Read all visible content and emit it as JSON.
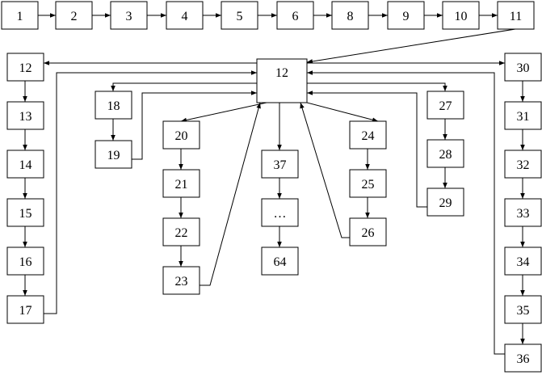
{
  "diagram": {
    "nodes": [
      {
        "id": "n1",
        "label": "1"
      },
      {
        "id": "n2",
        "label": "2"
      },
      {
        "id": "n3",
        "label": "3"
      },
      {
        "id": "n4",
        "label": "4"
      },
      {
        "id": "n5",
        "label": "5"
      },
      {
        "id": "n6",
        "label": "6"
      },
      {
        "id": "n8",
        "label": "8"
      },
      {
        "id": "n9",
        "label": "9"
      },
      {
        "id": "n10",
        "label": "10"
      },
      {
        "id": "n11",
        "label": "11"
      },
      {
        "id": "hub",
        "label": "12"
      },
      {
        "id": "n12left",
        "label": "12"
      },
      {
        "id": "n13",
        "label": "13"
      },
      {
        "id": "n14",
        "label": "14"
      },
      {
        "id": "n15",
        "label": "15"
      },
      {
        "id": "n16",
        "label": "16"
      },
      {
        "id": "n17",
        "label": "17"
      },
      {
        "id": "n18",
        "label": "18"
      },
      {
        "id": "n19",
        "label": "19"
      },
      {
        "id": "n20",
        "label": "20"
      },
      {
        "id": "n21",
        "label": "21"
      },
      {
        "id": "n22",
        "label": "22"
      },
      {
        "id": "n23",
        "label": "23"
      },
      {
        "id": "n37",
        "label": "37"
      },
      {
        "id": "ndots",
        "label": "…"
      },
      {
        "id": "n64",
        "label": "64"
      },
      {
        "id": "n24",
        "label": "24"
      },
      {
        "id": "n25",
        "label": "25"
      },
      {
        "id": "n26",
        "label": "26"
      },
      {
        "id": "n27",
        "label": "27"
      },
      {
        "id": "n28",
        "label": "28"
      },
      {
        "id": "n29",
        "label": "29"
      },
      {
        "id": "n30",
        "label": "30"
      },
      {
        "id": "n31",
        "label": "31"
      },
      {
        "id": "n32",
        "label": "32"
      },
      {
        "id": "n33",
        "label": "33"
      },
      {
        "id": "n34",
        "label": "34"
      },
      {
        "id": "n35",
        "label": "35"
      },
      {
        "id": "n36",
        "label": "36"
      }
    ],
    "edges": [
      {
        "from": "n1",
        "to": "n2"
      },
      {
        "from": "n2",
        "to": "n3"
      },
      {
        "from": "n3",
        "to": "n4"
      },
      {
        "from": "n4",
        "to": "n5"
      },
      {
        "from": "n5",
        "to": "n6"
      },
      {
        "from": "n6",
        "to": "n8"
      },
      {
        "from": "n8",
        "to": "n9"
      },
      {
        "from": "n9",
        "to": "n10"
      },
      {
        "from": "n10",
        "to": "n11"
      },
      {
        "from": "n11",
        "to": "hub"
      },
      {
        "from": "hub",
        "to": "n12left"
      },
      {
        "from": "n12left",
        "to": "n13"
      },
      {
        "from": "n13",
        "to": "n14"
      },
      {
        "from": "n14",
        "to": "n15"
      },
      {
        "from": "n15",
        "to": "n16"
      },
      {
        "from": "n16",
        "to": "n17"
      },
      {
        "from": "n17",
        "to": "hub"
      },
      {
        "from": "hub",
        "to": "n18"
      },
      {
        "from": "n18",
        "to": "n19"
      },
      {
        "from": "n19",
        "to": "hub"
      },
      {
        "from": "hub",
        "to": "n20"
      },
      {
        "from": "n20",
        "to": "n21"
      },
      {
        "from": "n21",
        "to": "n22"
      },
      {
        "from": "n22",
        "to": "n23"
      },
      {
        "from": "n23",
        "to": "hub"
      },
      {
        "from": "hub",
        "to": "n37"
      },
      {
        "from": "n37",
        "to": "ndots"
      },
      {
        "from": "ndots",
        "to": "n64"
      },
      {
        "from": "hub",
        "to": "n24"
      },
      {
        "from": "n24",
        "to": "n25"
      },
      {
        "from": "n25",
        "to": "n26"
      },
      {
        "from": "n26",
        "to": "hub"
      },
      {
        "from": "hub",
        "to": "n27"
      },
      {
        "from": "n27",
        "to": "n28"
      },
      {
        "from": "n28",
        "to": "n29"
      },
      {
        "from": "n29",
        "to": "hub"
      },
      {
        "from": "hub",
        "to": "n30"
      },
      {
        "from": "n30",
        "to": "n31"
      },
      {
        "from": "n31",
        "to": "n32"
      },
      {
        "from": "n32",
        "to": "n33"
      },
      {
        "from": "n33",
        "to": "n34"
      },
      {
        "from": "n34",
        "to": "n35"
      },
      {
        "from": "n35",
        "to": "n36"
      },
      {
        "from": "n36",
        "to": "hub"
      }
    ]
  }
}
